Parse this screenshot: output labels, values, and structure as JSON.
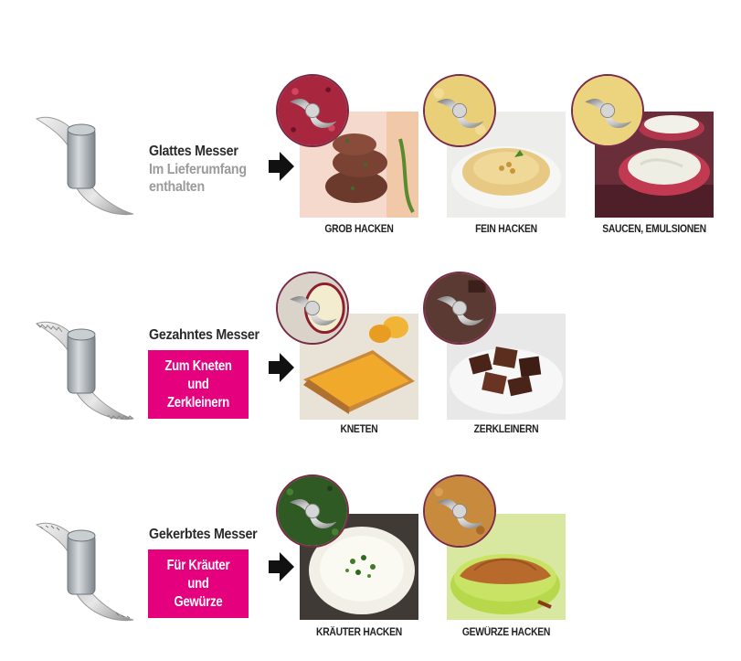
{
  "rows": [
    {
      "title": "Glattes Messer",
      "subtitle_line1": "Im Lieferumfang",
      "subtitle_line2": "enthalten",
      "uses": [
        {
          "caption": "GROB HACKEN"
        },
        {
          "caption": "FEIN HACKEN"
        },
        {
          "caption": "SAUCEN, EMULSIONEN"
        }
      ]
    },
    {
      "title": "Gezahntes Messer",
      "badge_line1": "Zum Kneten",
      "badge_line2": "und",
      "badge_line3": "Zerkleinern",
      "uses": [
        {
          "caption": "KNETEN"
        },
        {
          "caption": "ZERKLEINERN"
        }
      ]
    },
    {
      "title": "Gekerbtes Messer",
      "badge_line1": "Für Kräuter",
      "badge_line2": "und",
      "badge_line3": "Gewürze",
      "uses": [
        {
          "caption": "KRÄUTER HACKEN"
        },
        {
          "caption": "GEWÜRZE HACKEN"
        }
      ]
    }
  ],
  "colors": {
    "badge": "#e5007e",
    "title": "#2b2b2b",
    "subtitle": "#9b9b9b"
  },
  "icons": [
    "blade-icon",
    "arrow-right-icon"
  ]
}
